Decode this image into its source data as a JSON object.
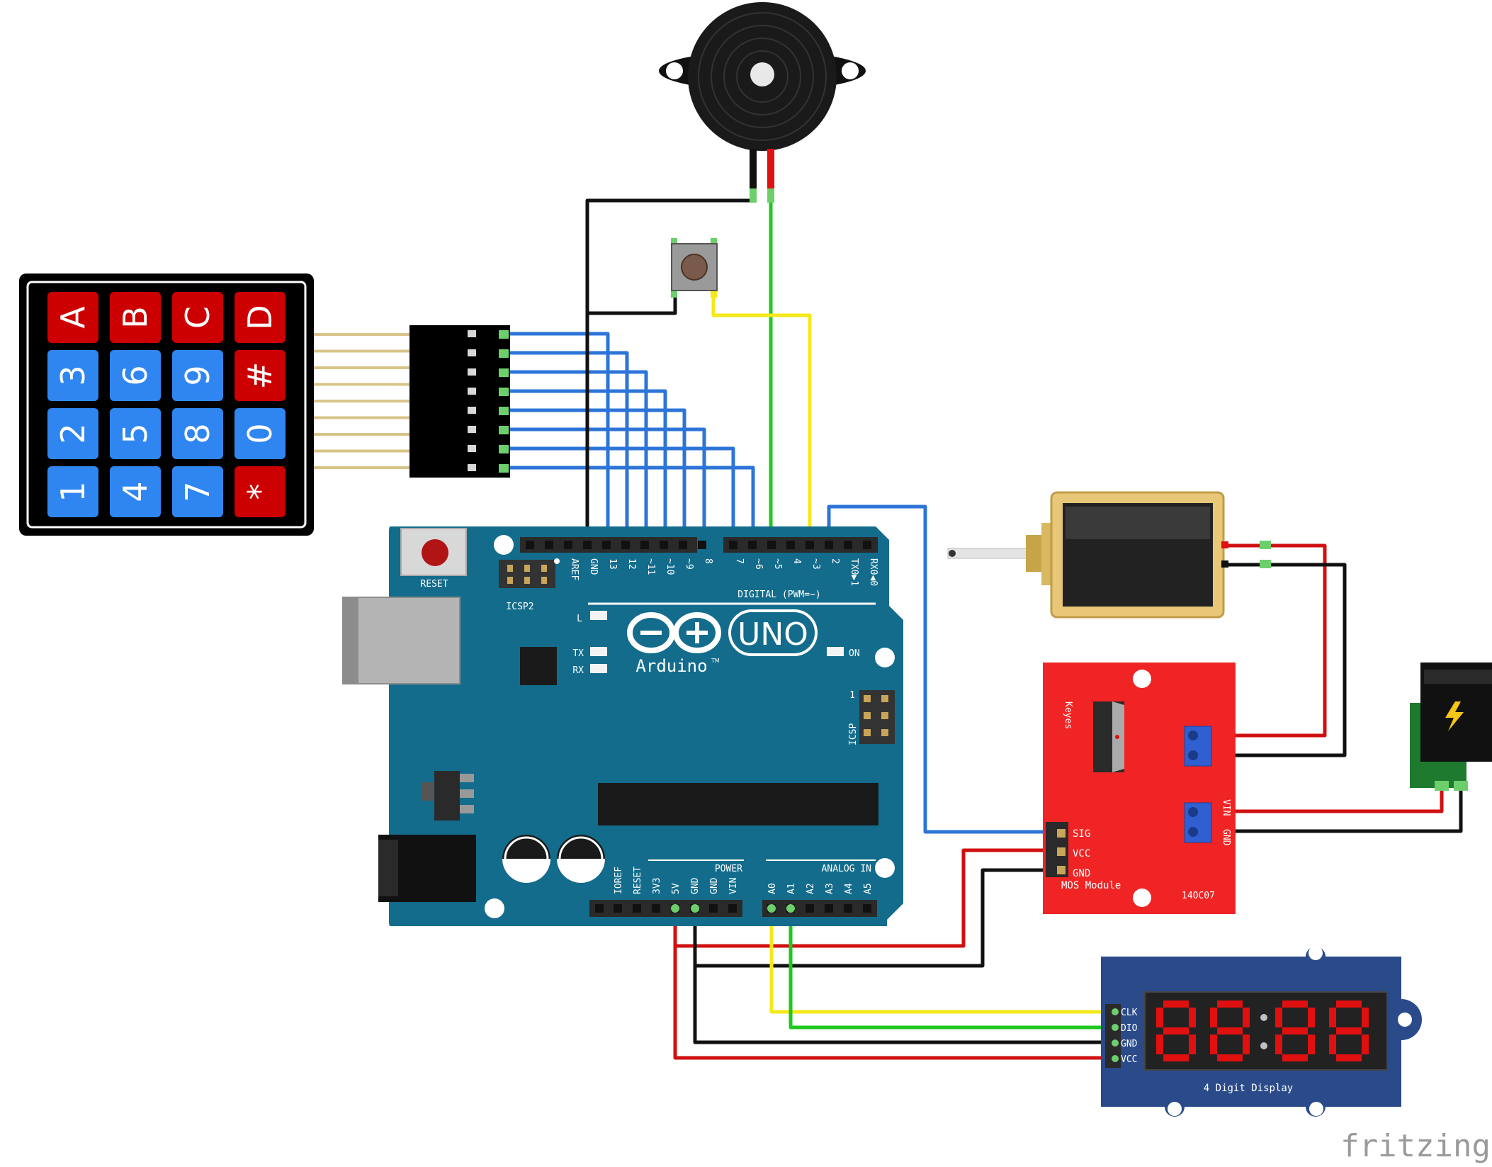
{
  "arduino": {
    "board_name": "UNO",
    "brand": "Arduino",
    "tm": "TM",
    "reset_label": "RESET",
    "icsp2_label": "ICSP2",
    "icsp_label": "ICSP",
    "icsp_pin1": "1",
    "on_label": "ON",
    "l_label": "L",
    "tx_label": "TX",
    "rx_label": "RX",
    "digital_label": "DIGITAL (PWM=~)",
    "power_label": "POWER",
    "analog_label": "ANALOG IN",
    "digital_pins": [
      "AREF",
      "GND",
      "13",
      "12",
      "~11",
      "~10",
      "~9",
      "8",
      "7",
      "~6",
      "~5",
      "4",
      "~3",
      "2",
      "TX0▶1",
      "RX0◀0"
    ],
    "power_pins": [
      "IOREF",
      "RESET",
      "3V3",
      "5V",
      "GND",
      "GND",
      "VIN"
    ],
    "analog_pins": [
      "A0",
      "A1",
      "A2",
      "A3",
      "A4",
      "A5"
    ]
  },
  "keypad": {
    "keys": [
      "A",
      "B",
      "C",
      "D",
      "3",
      "6",
      "9",
      "#",
      "2",
      "5",
      "8",
      "0",
      "1",
      "4",
      "7",
      "*"
    ],
    "red_keys": [
      "A",
      "B",
      "C",
      "D",
      "#",
      "*"
    ]
  },
  "mos_module": {
    "title": "MOS Module",
    "code": "14OC07",
    "keyes_label": "Keyes",
    "pins": [
      "SIG",
      "VCC",
      "GND"
    ],
    "vin_label": "VIN",
    "gnd_label": "GND"
  },
  "display": {
    "title": "4 Digit Display",
    "pins": [
      "CLK",
      "DIO",
      "GND",
      "VCC"
    ]
  },
  "watermark": "fritzing",
  "colors": {
    "board": "#136c8c",
    "keypad_red": "#cc0000",
    "keypad_blue": "#2f86f0",
    "module_red": "#f02424",
    "display_blue": "#2a4a8a",
    "wire_blue": "#2c74d8",
    "wire_black": "#111111",
    "wire_red": "#d01010",
    "wire_green": "#1ec81e",
    "wire_yellow": "#f5e81a"
  }
}
